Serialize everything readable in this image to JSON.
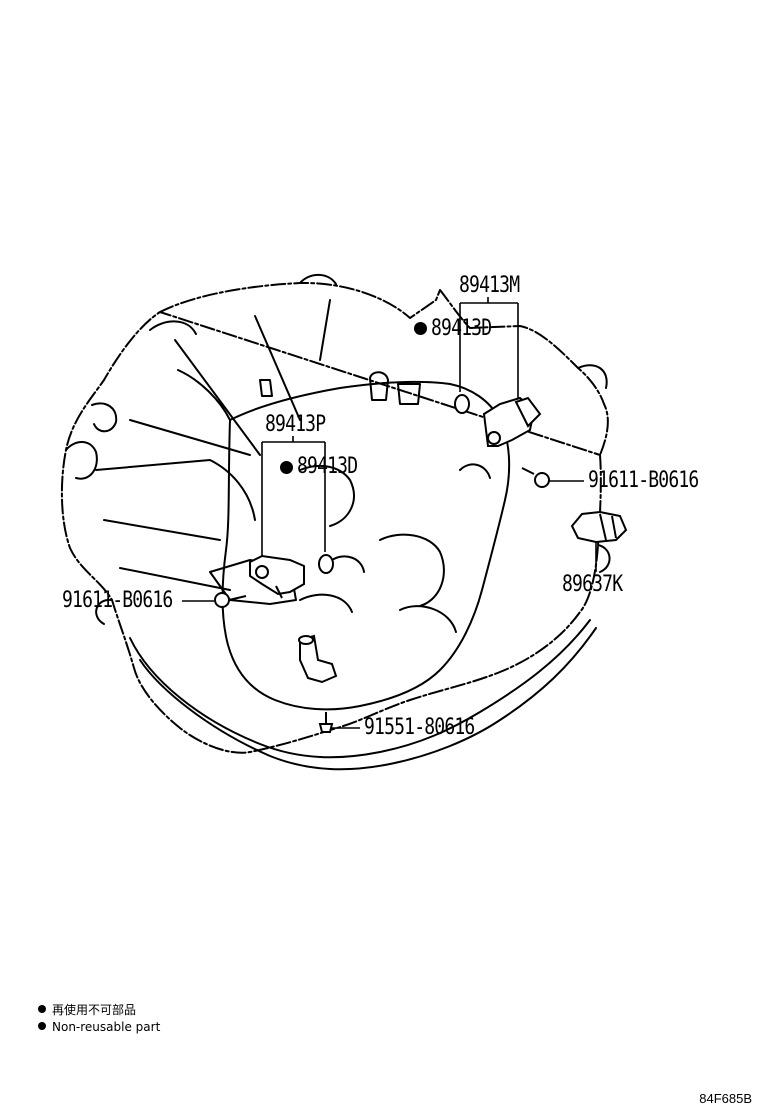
{
  "parts": {
    "p89413M": "89413M",
    "p89413D_top": "89413D",
    "p89413P": "89413P",
    "p89413D_mid": "89413D",
    "p91611_right": "91611-B0616",
    "p89637K": "89637K",
    "p91611_left": "91611-B0616",
    "p91551": "91551-80616"
  },
  "legend": {
    "japanese": "再使用不可部品",
    "english": "Non-reusable part"
  },
  "reference_code": "84F685B",
  "colors": {
    "line": "#000000",
    "background": "#ffffff"
  }
}
